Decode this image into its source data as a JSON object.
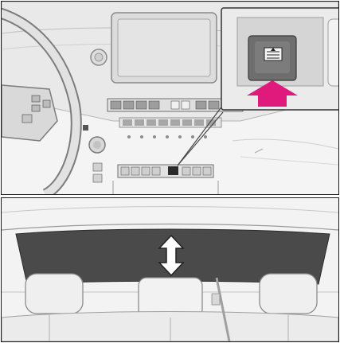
{
  "figure": {
    "top_panel": {
      "subject": "dashboard-center-console",
      "inset": "rear-sunshade-switch-closeup",
      "indicator_arrow_color": "#e0197d"
    },
    "bottom_panel": {
      "subject": "rear-window-sunshade",
      "motion_indicator": "double-headed-vertical-arrow"
    }
  }
}
